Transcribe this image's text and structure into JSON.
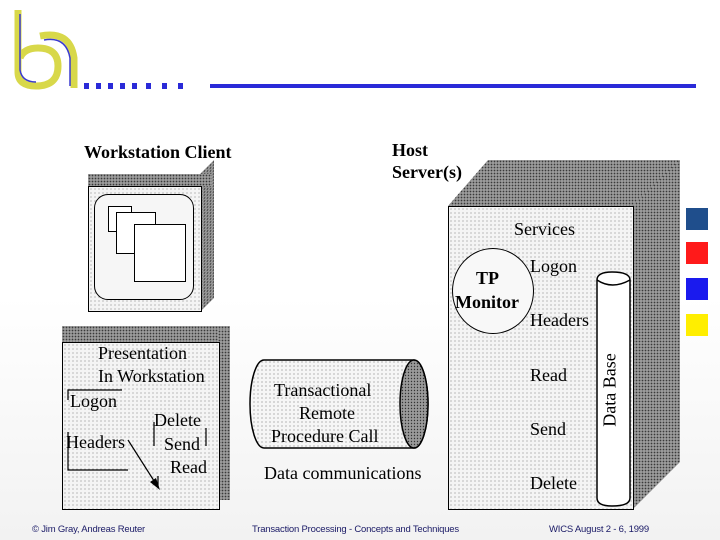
{
  "title_bar": {
    "accent_color": "#2a2ad8",
    "logo_color": "#d8d84a"
  },
  "diagram": {
    "workstation_title": "Workstation Client",
    "host_title_line1": "Host",
    "host_title_line2": "Server(s)",
    "presentation_line1": "Presentation",
    "presentation_line2": "In Workstation",
    "ws_logon": "Logon",
    "ws_headers": "Headers",
    "ws_delete": "Delete",
    "ws_send": "Send",
    "ws_read": "Read",
    "trpc_line1": "Transactional",
    "trpc_line2": "Remote",
    "trpc_line3": "Procedure Call",
    "data_comm": "Data communications",
    "services": "Services",
    "tp_line1": "TP",
    "tp_line2": "Monitor",
    "host_logon": "Logon",
    "host_headers": "Headers",
    "host_read": "Read",
    "host_send": "Send",
    "host_delete": "Delete",
    "database": "Data Base"
  },
  "side_squares": [
    "#1f4e8c",
    "#ff1a1a",
    "#1a1aee",
    "#ffee00"
  ],
  "footer": {
    "left": "© Jim Gray, Andreas Reuter",
    "center": "Transaction Processing - Concepts and Techniques",
    "right": "WICS August 2 - 6, 1999"
  }
}
